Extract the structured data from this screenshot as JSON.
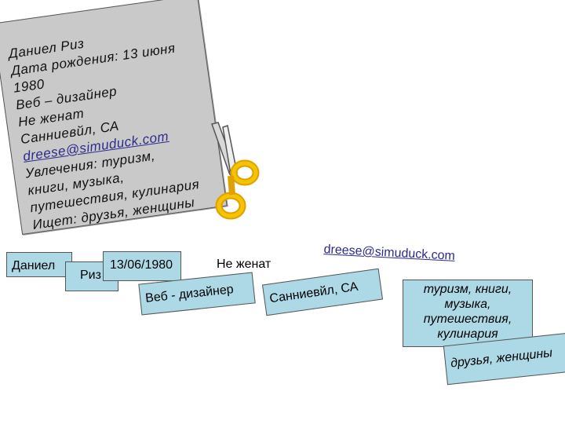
{
  "card": {
    "lines": [
      "Даниел Риз",
      "Дата рождения: 13 июня",
      "1980",
      "Веб – дизайнер",
      "Не  женат",
      "Санниевйл, СА",
      "dreese@simuduck.com",
      "Увлечения: туризм,",
      "книги, музыка,",
      "путешествия, кулинария",
      "Ищет: друзья, женщины"
    ]
  },
  "fragments": {
    "first_name": "Даниел",
    "surname": "Риз",
    "birth_date": "13/06/1980",
    "marital_status": "Не женат",
    "occupation": "Веб - дизайнер",
    "location": "Санниевйл, СА",
    "email": "dreese@simuduck.com",
    "interests": "туризм, книги, музыка, путешествия, кулинария",
    "seeking": "друзья, женщины"
  },
  "colors": {
    "card_background": "#c9c9c9",
    "fragment_background": "#add8e6",
    "link": "#2b2b8c",
    "scissors_handle": "#f5b800"
  },
  "icons": {
    "scissors": "scissors-icon"
  }
}
